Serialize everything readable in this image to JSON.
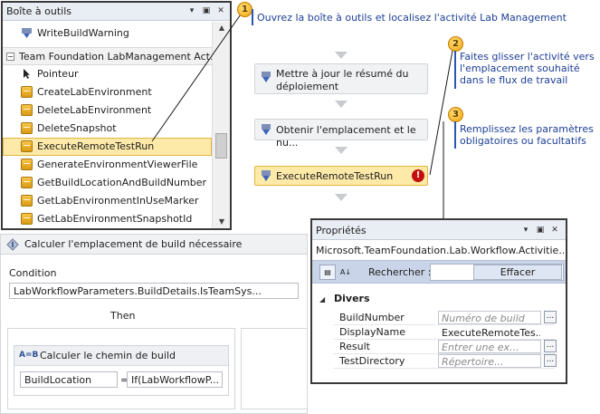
{
  "toolbox": {
    "title": "Boîte à outils",
    "pin_label": "▾ ▣ ✕",
    "items_top": [
      {
        "label": "WriteBuildWarning"
      }
    ],
    "group_label": "Team Foundation LabManagement Act...",
    "group_expander": "−",
    "items": [
      {
        "label": "Pointeur",
        "icon": "pointer-icon"
      },
      {
        "label": "CreateLabEnvironment",
        "icon": "activity-icon"
      },
      {
        "label": "DeleteLabEnvironment",
        "icon": "activity-icon"
      },
      {
        "label": "DeleteSnapshot",
        "icon": "activity-icon"
      },
      {
        "label": "ExecuteRemoteTestRun",
        "icon": "activity-icon"
      },
      {
        "label": "GenerateEnvironmentViewerFile",
        "icon": "activity-icon"
      },
      {
        "label": "GetBuildLocationAndBuildNumber",
        "icon": "activity-icon"
      },
      {
        "label": "GetLabEnvironmentInUseMarker",
        "icon": "activity-icon"
      },
      {
        "label": "GetLabEnvironmentSnapshotId",
        "icon": "activity-icon"
      }
    ],
    "selected_index": 4
  },
  "workflow": {
    "activities": [
      {
        "label": "Mettre à jour le résumé du déploiement"
      },
      {
        "label": "Obtenir l'emplacement et le nu..."
      },
      {
        "label": "ExecuteRemoteTestRun"
      }
    ],
    "error_symbol": "!"
  },
  "callouts": [
    {
      "number": "1",
      "text": "Ouvrez la boîte à outils et localisez l'activité Lab Management"
    },
    {
      "number": "2",
      "text": "Faites glisser l'activité vers l'emplacement souhaité dans le flux de travail"
    },
    {
      "number": "3",
      "text": "Remplissez les paramètres obligatoires ou facultatifs"
    }
  ],
  "sequence": {
    "title": "Calculer l'emplacement de build nécessaire",
    "condition_label": "Condition",
    "condition_value": "LabWorkflowParameters.BuildDetails.IsTeamSys...",
    "then_label": "Then",
    "assign": {
      "title_prefix": "A=B",
      "title": "Calculer le chemin de build",
      "to": "BuildLocation",
      "eq": "=",
      "value": "If(LabWorkflowP..."
    }
  },
  "properties": {
    "title": "Propriétés",
    "object": "Microsoft.TeamFoundation.Lab.Workflow.Activitie...",
    "search_label": "Rechercher :",
    "clear_label": "Effacer",
    "category": "Divers",
    "category_expander": "◢",
    "rows": [
      {
        "name": "BuildNumber",
        "value": "Numéro de build",
        "placeholder": true,
        "button": "..."
      },
      {
        "name": "DisplayName",
        "value": "ExecuteRemoteTes...",
        "placeholder": false,
        "button": ""
      },
      {
        "name": "Result",
        "value": "Entrer une ex...",
        "placeholder": true,
        "button": "..."
      },
      {
        "name": "TestDirectory",
        "value": "Répertoire...",
        "placeholder": true,
        "button": "..."
      }
    ]
  },
  "colors": {
    "accent": "#1c3f95",
    "selection": "#fde9a8",
    "error": "#c40e0e"
  }
}
